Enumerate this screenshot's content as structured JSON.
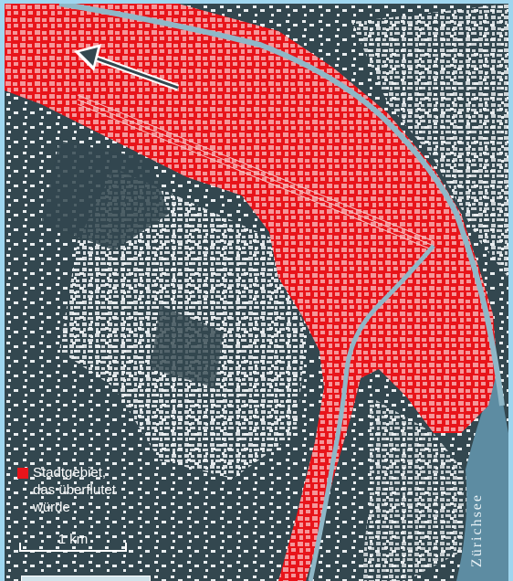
{
  "colors": {
    "background": "#33474f",
    "flood_area": "#e8141b",
    "buildings": "#e9edef",
    "river": "#8fb7c7",
    "lake": "#5d8ca2",
    "border": "#9fd6ef"
  },
  "legend": {
    "swatch_color": "#e8141b",
    "label": "Stadtgebiet,\ndas überflutet\nwürde"
  },
  "scale": {
    "label": "1 km"
  },
  "lake": {
    "label": "Zürichsee"
  },
  "icons": {
    "flow_arrow": "flow-direction-arrow-icon"
  }
}
